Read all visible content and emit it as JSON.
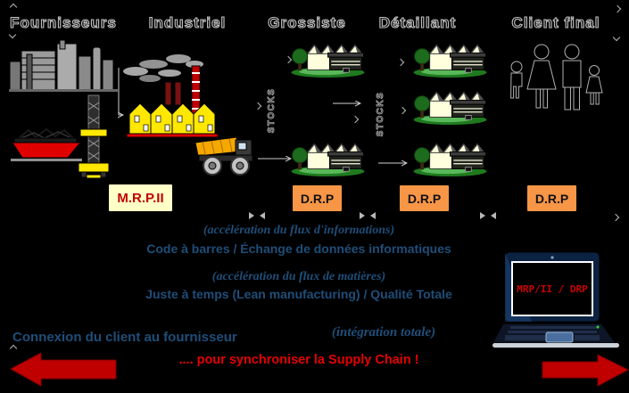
{
  "columns": [
    {
      "label": "Fournisseurs"
    },
    {
      "label": "Industriel"
    },
    {
      "label": "Grossiste"
    },
    {
      "label": "Détaillant"
    },
    {
      "label": "Client final"
    }
  ],
  "stock_labels": [
    "STOCKS",
    "STOCKS"
  ],
  "planning_boxes": [
    {
      "label": "M.R.P.II"
    },
    {
      "label": "D.R.P"
    },
    {
      "label": "D.R.P"
    },
    {
      "label": "D.R.P"
    }
  ],
  "flows": {
    "info_caption": "(accélération du flux d'informations)",
    "info_detail": "Code à barres / Échange de données informatiques",
    "material_caption": "(accélération du flux de matières)",
    "material_detail": "Juste à temps (Lean manufacturing) / Qualité Totale"
  },
  "bottom": {
    "connection": "Connexion du client au fournisseur",
    "integration": "(intégration totale)",
    "synchronize": ".... pour synchroniser la Supply Chain !"
  },
  "laptop": {
    "screen_text": "MRP/II / DRP"
  },
  "colors": {
    "accent_blue": "#1F4E79",
    "red_text": "#E60000",
    "block_arrow_red": "#C00000",
    "drp_orange": "#F79646",
    "mrp_yellow": "#FFFFC8",
    "factory_yellow": "#FFE800"
  }
}
